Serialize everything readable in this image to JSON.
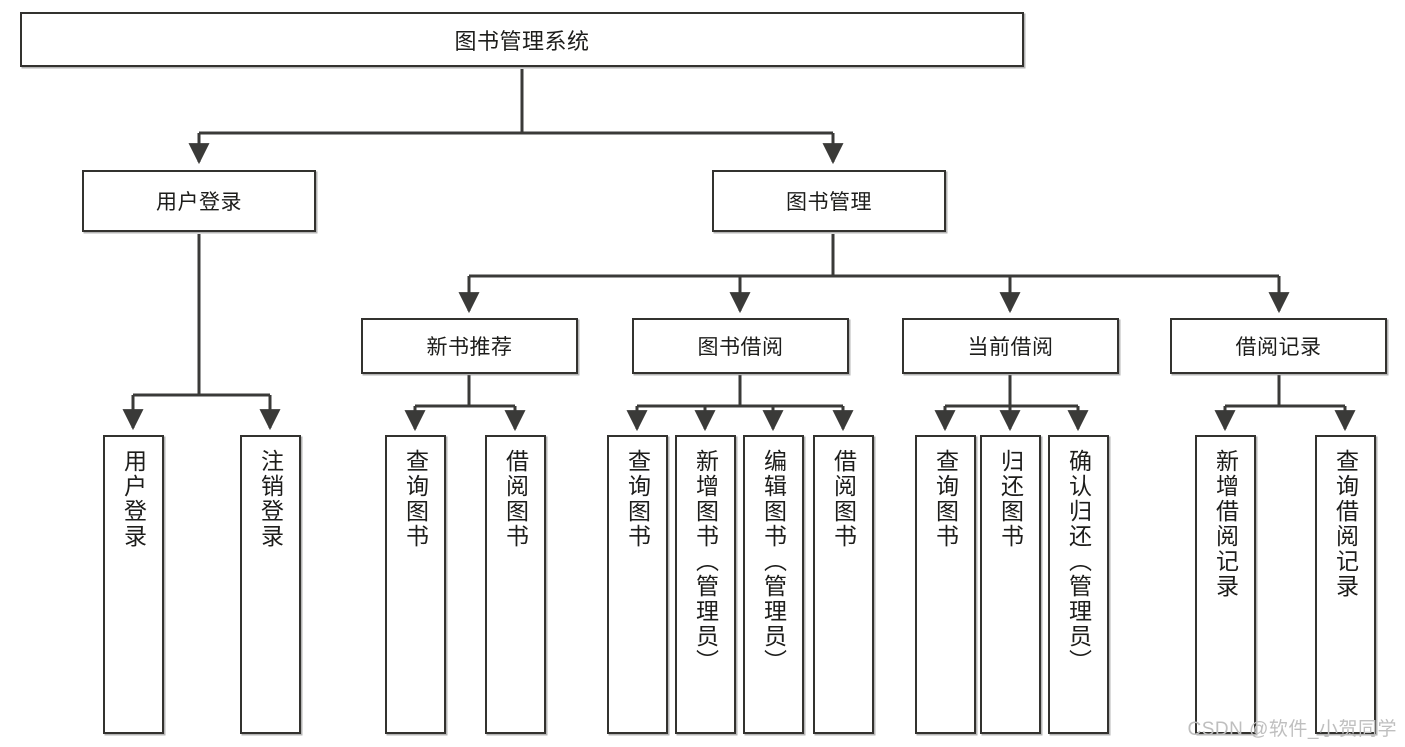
{
  "diagram": {
    "title": "图书管理系统",
    "type": "tree-hierarchy-chart",
    "colors": {
      "box_border": "#33322f",
      "box_fill": "#ffffff",
      "connector": "#3a3a38",
      "text": "#1d1d1b",
      "watermark": "#bfbfbf"
    },
    "root": {
      "label": "图书管理系统"
    },
    "level2": [
      {
        "label": "用户登录"
      },
      {
        "label": "图书管理"
      }
    ],
    "level3": [
      {
        "label": "新书推荐"
      },
      {
        "label": "图书借阅"
      },
      {
        "label": "当前借阅"
      },
      {
        "label": "借阅记录"
      }
    ],
    "leaves": {
      "user_login": [
        {
          "label": "用户登录"
        },
        {
          "label": "注销登录"
        }
      ],
      "new_book_recommend": [
        {
          "label": "查询图书"
        },
        {
          "label": "借阅图书"
        }
      ],
      "book_borrow": [
        {
          "label": "查询图书"
        },
        {
          "label": "新增图书（管理员）"
        },
        {
          "label": "编辑图书（管理员）"
        },
        {
          "label": "借阅图书"
        }
      ],
      "current_borrow": [
        {
          "label": "查询图书"
        },
        {
          "label": "归还图书"
        },
        {
          "label": "确认归还（管理员）"
        }
      ],
      "borrow_record": [
        {
          "label": "新增借阅记录"
        },
        {
          "label": "查询借阅记录"
        }
      ]
    }
  },
  "watermark": {
    "text": "CSDN @软件_小贺同学"
  }
}
